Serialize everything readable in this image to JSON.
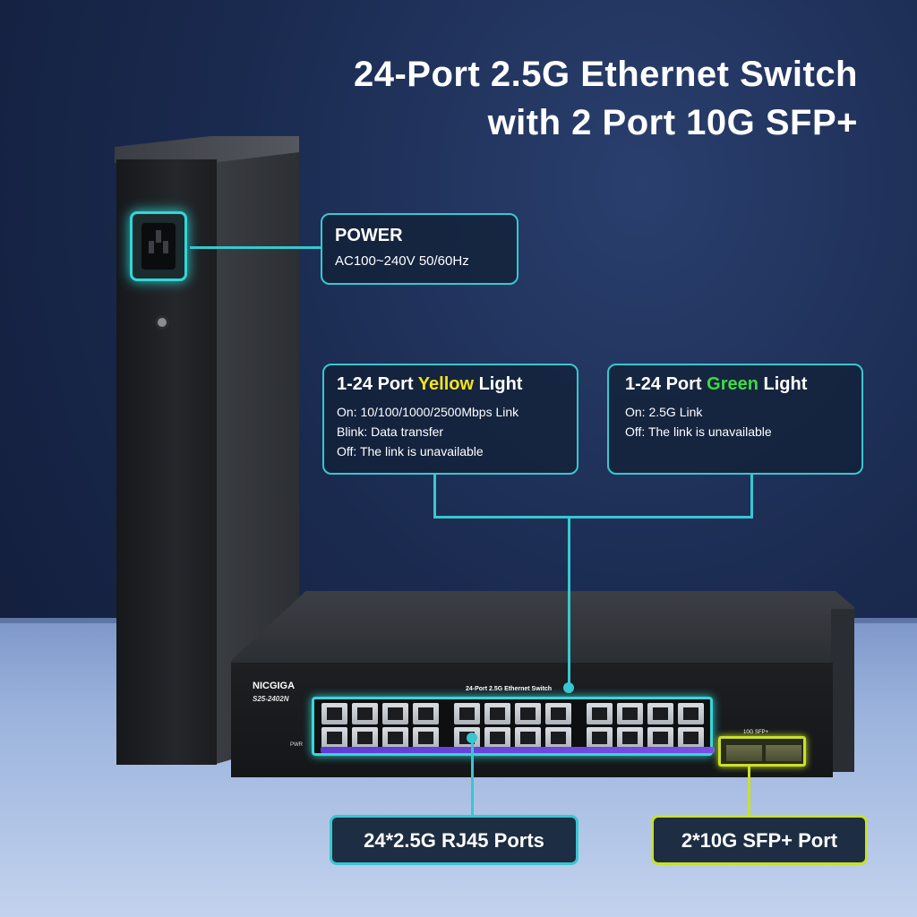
{
  "headline": {
    "line1": "24-Port 2.5G Ethernet Switch",
    "line2": "with 2 Port 10G SFP+"
  },
  "power_box": {
    "title": "POWER",
    "spec": "AC100~240V 50/60Hz"
  },
  "yellow_box": {
    "title_prefix": "1-24 Port ",
    "title_color_word": "Yellow",
    "title_suffix": " Light",
    "lines": [
      "On: 10/100/1000/2500Mbps Link",
      "Blink: Data transfer",
      "Off: The link is unavailable"
    ]
  },
  "green_box": {
    "title_prefix": "1-24 Port ",
    "title_color_word": "Green",
    "title_suffix": " Light",
    "lines": [
      "On: 2.5G Link",
      "Off: The link is unavailable"
    ]
  },
  "device": {
    "brand": "NICGIGA",
    "model": "S25-2402N",
    "panel_title": "24-Port 2.5G Ethernet Switch",
    "pwr_label": "PWR",
    "sfp_label": "10G SFP+"
  },
  "callouts": {
    "rj45": "24*2.5G RJ45 Ports",
    "sfp": "2*10G SFP+ Port"
  },
  "colors": {
    "accent_cyan": "#38c7d0",
    "accent_yellow": "#c9e02a",
    "yellow_text": "#f5e21a",
    "green_text": "#3edc41"
  }
}
